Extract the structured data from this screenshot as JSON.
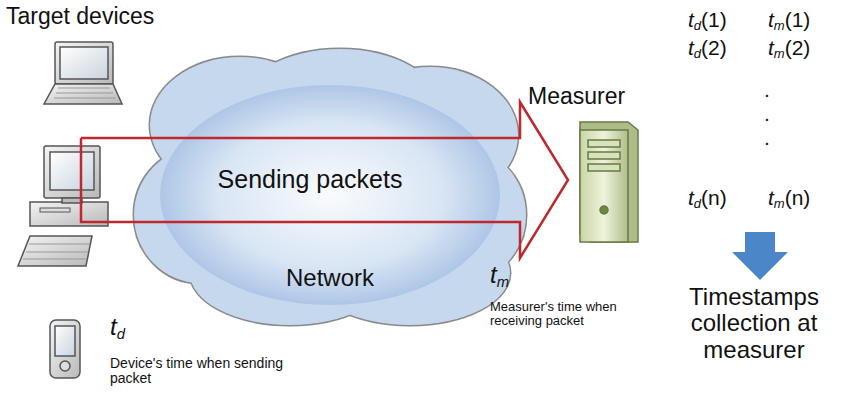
{
  "diagram": {
    "nodes": [
      {
        "text": [
          "Network"
        ]
      },
      {
        "text": [
          "Sending packets"
        ],
        "in": 0
      }
    ],
    "labels": [
      "Target devices",
      "td",
      "Device's time when sending packet",
      "Measurer",
      "tm",
      "Measurer's time when receiving packet",
      "td(1)",
      "tm(1)",
      "td(2)",
      "tm(2)",
      ".",
      ".",
      ".",
      "td(n)",
      "tm(n)",
      "Timestamps collection at measurer"
    ]
  }
}
